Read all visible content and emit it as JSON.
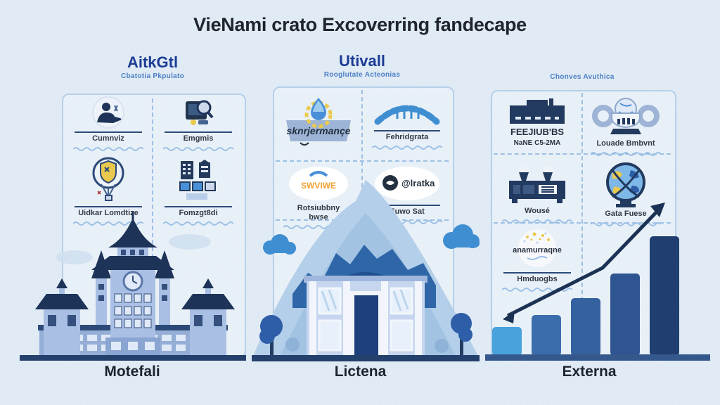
{
  "title": "VieNami crato Excoverring fandecape",
  "columns": [
    {
      "header": "AitkGtl",
      "subheader": "Cbatotia Pkpulato",
      "footer": "Motefali",
      "cards": [
        {
          "label": "Cumnviz",
          "icon": "person-analyst-icon"
        },
        {
          "label": "Emgmis",
          "icon": "laptop-search-icon"
        },
        {
          "label": "Uidkar Lomdtize",
          "icon": "balloon-bulb-icon"
        },
        {
          "label": "Fomzgt8di",
          "icon": "buildings-calculator-icon"
        }
      ]
    },
    {
      "header": "Utivall",
      "subheader": "Rooglutate Acteonias",
      "footer": "Lictena",
      "cards": [
        {
          "label": "",
          "logo_text": "sknrjermançe",
          "icon": "mountain-drop-logo"
        },
        {
          "label": "Fehridgrata",
          "icon": "bridge-arc-icon"
        },
        {
          "label": "Rotsiubbny bwse",
          "logo_text": "SWVIWE",
          "icon": "oval-badge-orange"
        },
        {
          "label": "Euwo Sat",
          "logo_text": "@lratka",
          "icon": "oval-badge-dark-logo"
        }
      ]
    },
    {
      "header": "",
      "subheader": "Chonves Avuthica",
      "footer": "Externa",
      "cards": [
        {
          "label": "",
          "logo_text": "FEEJIUB'BS",
          "logo_subtext": "NaNE C5-2MA",
          "icon": "dark-building-icon"
        },
        {
          "label": "Louade Bmbvnt",
          "icon": "trophy-icon"
        },
        {
          "label": "Wousé",
          "icon": "factory-machine-icon"
        },
        {
          "label": "Gata Fuese",
          "icon": "globe-icon"
        },
        {
          "label": "Hmduogbs",
          "logo_text": "anamurraqne",
          "icon": "speckle-badge-icon"
        }
      ]
    }
  ],
  "colors": {
    "background": "#dfeaf4",
    "panel_border": "#b5d0ea",
    "header_blue": "#1c3c94",
    "subheader_blue": "#4d7fc4",
    "dark_navy": "#223a5f",
    "accent_blue": "#2e66a8",
    "orange": "#f0a030",
    "yellow": "#e9c94e",
    "arrow": "#1b3254"
  },
  "chart_data": {
    "type": "bar",
    "categories": [
      "",
      "",
      "",
      "",
      ""
    ],
    "values": [
      24,
      34,
      48,
      69,
      100
    ],
    "series_name": "growth",
    "title": "",
    "xlabel": "",
    "ylabel": "",
    "ylim": [
      0,
      100
    ],
    "grid": false,
    "axes_visible": false,
    "bar_colors": [
      "#4aa2dc",
      "#3b6dac",
      "#35619e",
      "#2e5492",
      "#203f70"
    ],
    "annotations": [
      "upward trend arrow overlay"
    ]
  }
}
